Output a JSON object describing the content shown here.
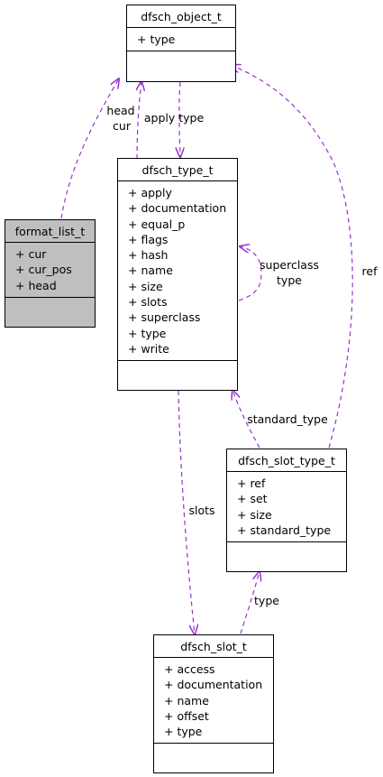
{
  "classes": {
    "dfsch_object_t": {
      "name": "dfsch_object_t",
      "attrs": [
        "+ type"
      ]
    },
    "dfsch_type_t": {
      "name": "dfsch_type_t",
      "attrs": [
        "+ apply",
        "+ documentation",
        "+ equal_p",
        "+ flags",
        "+ hash",
        "+ name",
        "+ size",
        "+ slots",
        "+ superclass",
        "+ type",
        "+ write"
      ]
    },
    "format_list_t": {
      "name": "format_list_t",
      "attrs": [
        "+ cur",
        "+ cur_pos",
        "+ head"
      ]
    },
    "dfsch_slot_type_t": {
      "name": "dfsch_slot_type_t",
      "attrs": [
        "+ ref",
        "+ set",
        "+ size",
        "+ standard_type"
      ]
    },
    "dfsch_slot_t": {
      "name": "dfsch_slot_t",
      "attrs": [
        "+ access",
        "+ documentation",
        "+ name",
        "+ offset",
        "+ type"
      ]
    }
  },
  "edges": {
    "format_head_cur": {
      "from": "format_list_t",
      "to": "dfsch_object_t",
      "label_line1": "head",
      "label_line2": "cur"
    },
    "type_apply_type": {
      "from": "dfsch_type_t",
      "to": "dfsch_object_t",
      "label": "apply type"
    },
    "object_to_type": {
      "from": "dfsch_object_t",
      "to": "dfsch_type_t"
    },
    "type_superclass": {
      "from": "dfsch_type_t",
      "to": "dfsch_type_t",
      "label_line1": "superclass",
      "label_line2": "type"
    },
    "slot_type_ref": {
      "from": "dfsch_slot_type_t",
      "to": "dfsch_object_t",
      "label": "ref"
    },
    "slot_type_standard": {
      "from": "dfsch_slot_type_t",
      "to": "dfsch_type_t",
      "label": "standard_type"
    },
    "type_slots": {
      "from": "dfsch_type_t",
      "to": "dfsch_slot_t",
      "label": "slots"
    },
    "slot_type": {
      "from": "dfsch_slot_t",
      "to": "dfsch_slot_type_t",
      "label": "type"
    }
  },
  "colors": {
    "edge": "#9a32cd",
    "highlight_fill": "#bfbfbf",
    "border": "#000000"
  }
}
